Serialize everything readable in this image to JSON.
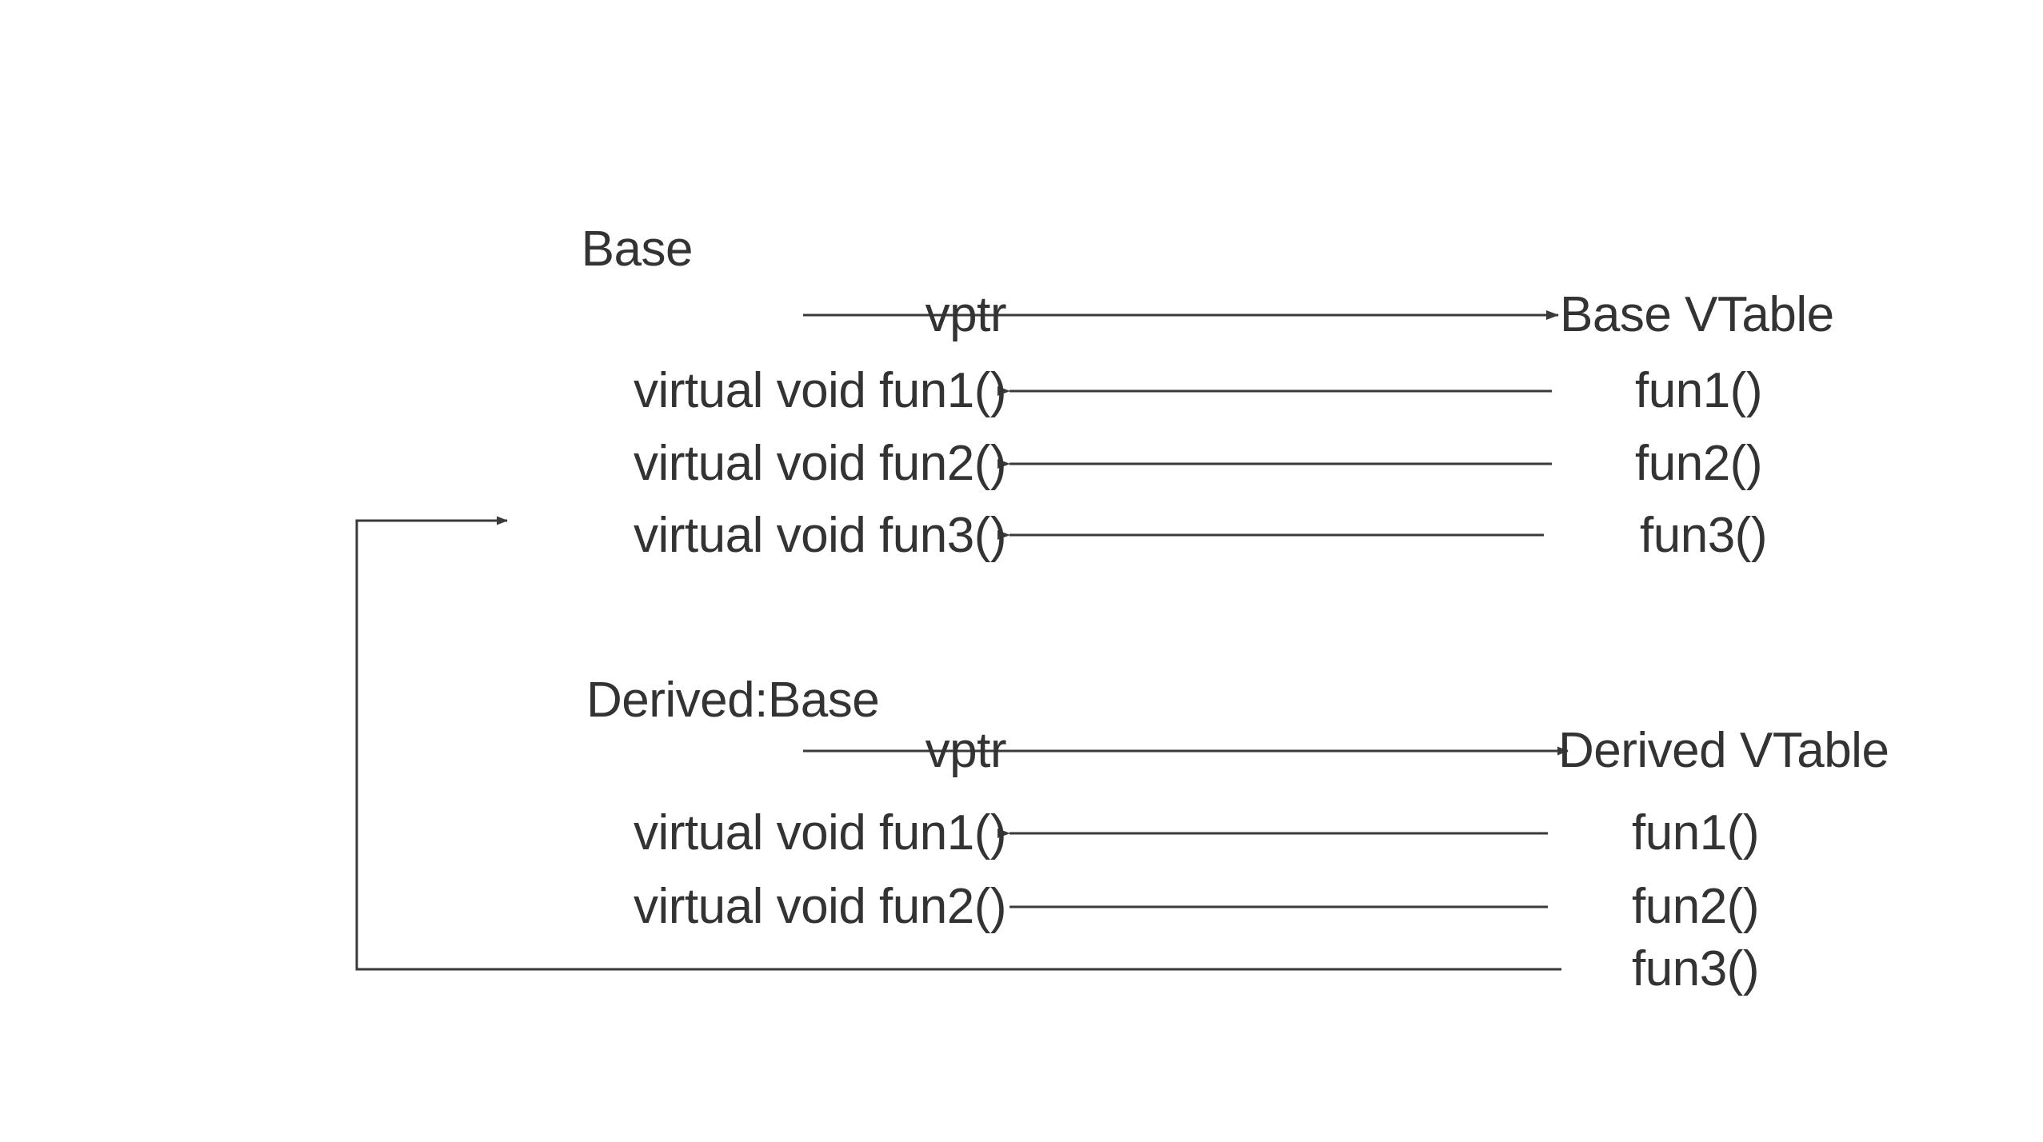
{
  "diagram": {
    "title_text": "",
    "line_color": "#3a3a3a",
    "text_color": "#333333",
    "background": "#ffffff",
    "base_object": {
      "class_label": "Base",
      "members": [
        {
          "label": "vptr"
        },
        {
          "label": "virtual void fun1()"
        },
        {
          "label": "virtual void fun2()"
        },
        {
          "label": "virtual void fun3()"
        }
      ]
    },
    "base_vtable": {
      "title": "Base VTable",
      "entries": [
        {
          "label": "fun1()"
        },
        {
          "label": "fun2()"
        },
        {
          "label": "fun3()"
        }
      ]
    },
    "derived_object": {
      "class_label": "Derived:Base",
      "members": [
        {
          "label": "vptr"
        },
        {
          "label": "virtual void fun1()"
        },
        {
          "label": "virtual void fun2()"
        }
      ]
    },
    "derived_vtable": {
      "title": "Derived VTable",
      "entries": [
        {
          "label": "fun1()"
        },
        {
          "label": "fun2()"
        },
        {
          "label": "fun3()"
        }
      ]
    }
  }
}
